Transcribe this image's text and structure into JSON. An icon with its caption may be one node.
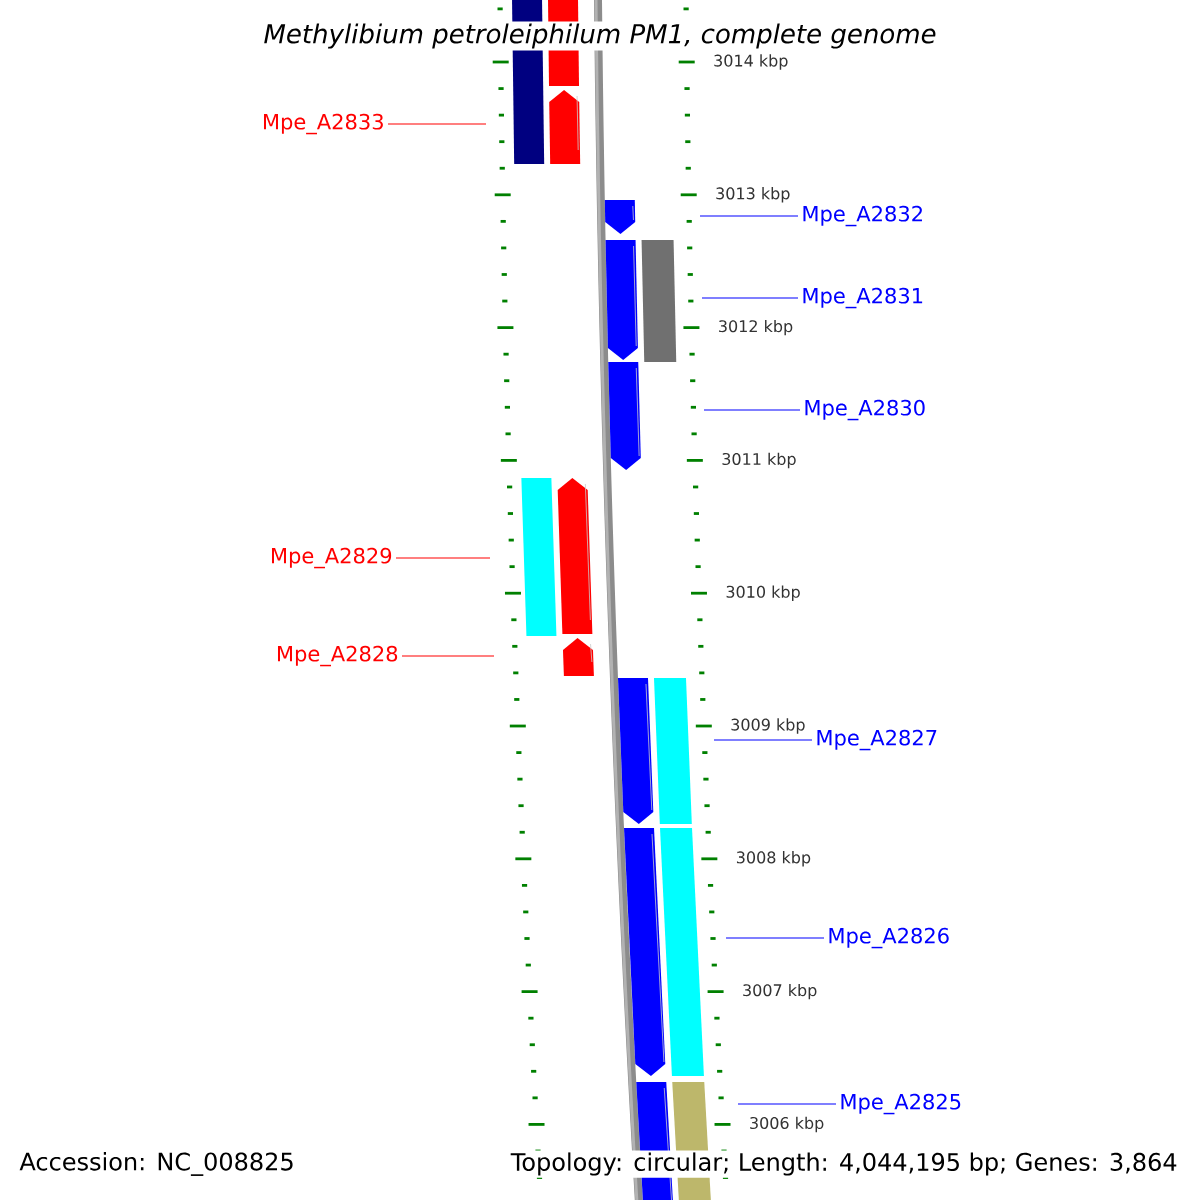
{
  "diagram": {
    "title": "Methylibium petroleiphilum PM1, complete genome",
    "nodes": [
      {
        "text": [
          "Mpe_A2833"
        ]
      },
      {
        "text": [],
        "shape": "arrow"
      },
      {
        "text": [
          "Mpe_A2832"
        ]
      },
      {
        "text": [],
        "shape": "arrow"
      },
      {
        "text": [
          "Mpe_A2831"
        ]
      },
      {
        "text": [],
        "shape": "arrow"
      },
      {
        "text": [
          "Mpe_A2830"
        ]
      },
      {
        "text": [],
        "shape": "arrow"
      },
      {
        "text": [
          "Mpe_A2829"
        ]
      },
      {
        "text": [],
        "shape": "arrow"
      },
      {
        "text": [
          "Mpe_A2828"
        ]
      },
      {
        "text": [],
        "shape": "arrow"
      },
      {
        "text": [
          "Mpe_A2827"
        ]
      },
      {
        "text": [],
        "shape": "arrow"
      },
      {
        "text": [
          "Mpe_A2826"
        ]
      },
      {
        "text": [],
        "shape": "arrow"
      },
      {
        "text": [
          "Mpe_A2825"
        ]
      },
      {
        "text": [],
        "shape": "arrow"
      },
      {
        "text": [],
        "shape": "box"
      },
      {
        "text": [],
        "shape": "box"
      },
      {
        "text": [],
        "shape": "box"
      },
      {
        "text": [],
        "shape": "box"
      },
      {
        "text": [],
        "shape": "box"
      },
      {
        "text": [],
        "shape": "box"
      },
      {
        "text": [],
        "shape": "box"
      }
    ],
    "edges": [
      {
        "from": 0,
        "to": null,
        "arrow": "none",
        "color": "#ff0000"
      },
      {
        "from": 2,
        "to": null,
        "arrow": "none"
      },
      {
        "from": 4,
        "to": null,
        "arrow": "none"
      },
      {
        "from": 6,
        "to": null,
        "arrow": "none"
      },
      {
        "from": 8,
        "to": null,
        "arrow": "none",
        "color": "#ff0000"
      },
      {
        "from": 10,
        "to": null,
        "arrow": "none",
        "color": "#ff0000"
      },
      {
        "from": 12,
        "to": null,
        "arrow": "none"
      },
      {
        "from": 14,
        "to": null,
        "arrow": "none"
      },
      {
        "from": 16,
        "to": null,
        "arrow": "none"
      }
    ],
    "labels": [
      "3014 kbp",
      "3013 kbp",
      "3012 kbp",
      "3011 kbp",
      "3010 kbp",
      "3009 kbp",
      "3008 kbp",
      "3007 kbp",
      "3006 kbp",
      "Accession: NC_008825",
      "Topology: circular; Length: 4,044,195 bp; Genes: 3,864"
    ]
  }
}
